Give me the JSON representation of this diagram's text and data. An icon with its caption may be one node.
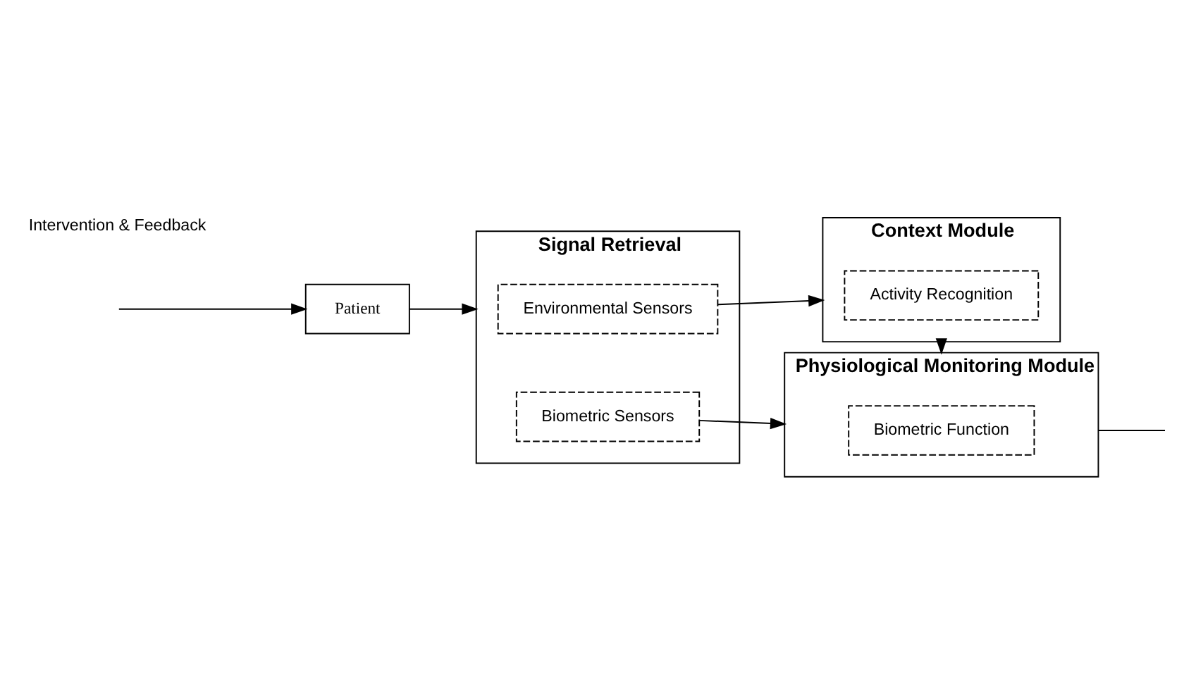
{
  "diagram": {
    "nodes": [
      {
        "text": [
          "Patient"
        ]
      },
      {
        "text": [
          "Signal Retrieval"
        ]
      },
      {
        "text": [
          "Environmental Sensors"
        ],
        "in": 1
      },
      {
        "text": [
          "Biometric Sensors"
        ],
        "in": 1
      },
      {
        "text": [
          "Context Module"
        ]
      },
      {
        "text": [
          "Activity Recognition"
        ],
        "in": 4
      },
      {
        "text": [
          "Physiological Monitoring Module"
        ]
      },
      {
        "text": [
          "Biometric Function"
        ],
        "in": 6
      }
    ],
    "edges": [
      {
        "from": 0,
        "to": 1,
        "arrow": "to"
      },
      {
        "from": 2,
        "to": 4,
        "arrow": "to"
      },
      {
        "from": 3,
        "to": 6,
        "arrow": "to"
      },
      {
        "from": 4,
        "to": 6,
        "arrow": "to"
      },
      {
        "from": 6,
        "to": null,
        "arrow": "none"
      },
      {
        "from": null,
        "to": 0,
        "arrow": "to"
      }
    ],
    "labels": [
      "Intervention & Feedback"
    ]
  }
}
